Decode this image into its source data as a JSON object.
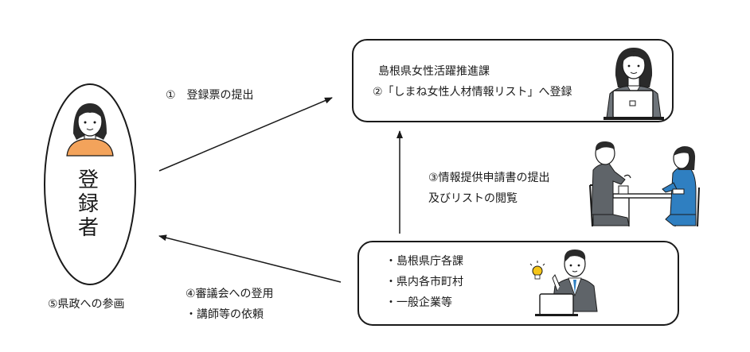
{
  "registrant": {
    "label_chars": [
      "登",
      "録",
      "者"
    ]
  },
  "prefecture_office": {
    "name": "島根県女性活躍推進課",
    "action": "②「しまね女性人材情報リスト」へ登録"
  },
  "users": {
    "items": [
      "・島根県庁各課",
      "・県内各市町村",
      "・一般企業等"
    ]
  },
  "steps": {
    "step1": "①　登録票の提出",
    "step3_line1": "③情報提供申請書の提出",
    "step3_line2": "及びリストの閲覧",
    "step4_line1": "④審議会への登用",
    "step4_line2": "・講師等の依頼",
    "step5": "⑤県政への参画"
  },
  "colors": {
    "line": "#1a1a1a",
    "registrant_shirt": "#f3a35b",
    "user_shirt": "#e8912f",
    "blouse": "#2f7fc1",
    "suit": "#5f6469",
    "laptop": "#7d8388",
    "bulb": "#f5c518"
  },
  "icons": [
    "woman-face-icon",
    "woman-laptop-icon",
    "meeting-icon",
    "businessman-icon",
    "lightbulb-icon"
  ]
}
